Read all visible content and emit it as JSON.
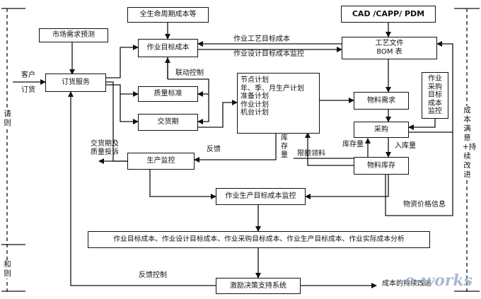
{
  "boxes": {
    "market_forecast": "市场需求预测",
    "lifecycle_cost": "全生命周期成本等",
    "cad_capp_pdm": "CAD /CAPP/ PDM",
    "target_cost": "作业目标成本",
    "process_file": "工艺文件\nBOM 表",
    "order_service": "订货服务",
    "quality_standard": "质量标准",
    "delivery_period": "交货期",
    "plan_lines": [
      "节点计划",
      "年、季、月生产计划",
      "准备计划",
      "作业计划",
      "机台计划"
    ],
    "material_demand": "物料需求",
    "purchase_target": "作业\n采购\n目标\n成本\n监控",
    "purchase": "采购",
    "production_monitor": "生产监控",
    "material_stock": "物料库存",
    "production_cost_monitor": "作业生产目标成本监控",
    "cost_analysis": "作业目标成本、作业设计目标成本、作业采购目标成本、作业生产目标成本、作业实际成本分析",
    "decision_support": "激励决策支持系统"
  },
  "labels": {
    "process_target_cost": "作业工艺目标成本",
    "design_target_cost": "作业设计目标成本监控",
    "linkage_control": "联动控制",
    "customer": "客户",
    "order": "订货",
    "delivery_quality": "交货期及\n质量投诉",
    "feedback": "反馈",
    "stock_qty_a": "库\n存\n量",
    "stock_qty_b": "库存量",
    "limit_picking": "限额领料",
    "inbound_qty": "入库量",
    "material_price": "物资价格信息",
    "feedback_control": "反馈控制",
    "continuous_improve": "成本的持续改进"
  },
  "side": {
    "left_top": "请则",
    "left_bottom": "和则",
    "right": "成本满意+持续改进"
  },
  "watermark": "e-works"
}
